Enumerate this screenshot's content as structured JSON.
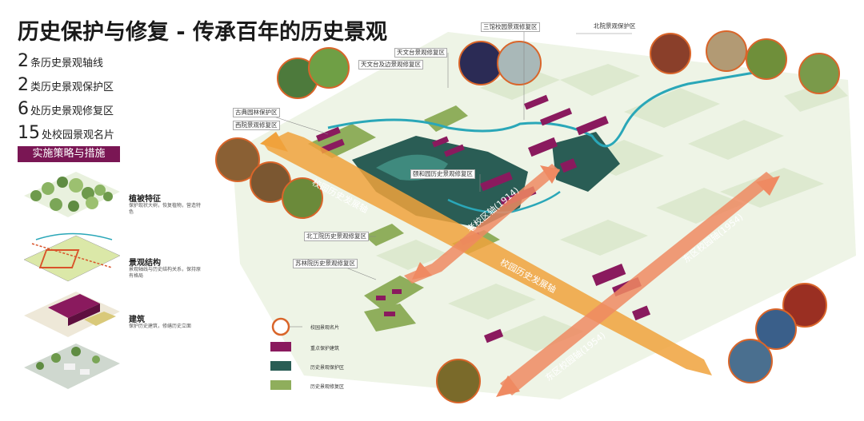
{
  "title": "历史保护与修复 - 传承百年的历史景观",
  "stats": [
    {
      "num": "2",
      "label": "条历史景观轴线"
    },
    {
      "num": "2",
      "label": "类历史景观保护区"
    },
    {
      "num": "6",
      "label": "处历史景观修复区"
    },
    {
      "num": "15",
      "label": "处校园景观名片"
    }
  ],
  "strategy_label": "实施策略与措施",
  "layers": [
    {
      "title": "植被特征",
      "desc": "保护现状大树，恢复植物，营造特色"
    },
    {
      "title": "景观结构",
      "desc": "景观轴线与历史结构关系，保持原有格局"
    },
    {
      "title": "建筑",
      "desc": "保护历史建筑，修缮历史立面"
    }
  ],
  "area_tags": [
    "三馆校园景观修复区",
    "北院景观保护区",
    "天文台景观修复区",
    "天文台及边景观修复区",
    "古典园林保护区",
    "西院景观修复区",
    "颐和园历史景观修复区",
    "北工院历史景观修复区",
    "苏林院历史景观修复区"
  ],
  "axes": [
    {
      "label": "校园历史发展轴"
    },
    {
      "label": "老校区轴(1914)"
    },
    {
      "label": "校园历史发展轴"
    },
    {
      "label": "东区校园轴(1954)"
    },
    {
      "label": "东区校园轴(1954)"
    }
  ],
  "legend": [
    {
      "label": "校园景观名片",
      "color": "#d9652a"
    },
    {
      "label": "重点保护建筑",
      "color": "#8a1a5e"
    },
    {
      "label": "历史景观保护区",
      "color": "#2a5d55"
    },
    {
      "label": "历史景观修复区",
      "color": "#8fae5c"
    }
  ],
  "colors": {
    "accent": "#7a1654",
    "orange_axis": "#f0a23c",
    "salmon_axis": "#ef8a62",
    "protect": "#2a5d55",
    "restore": "#8fae5c",
    "building": "#8a1a5e",
    "river": "#2aa7b8",
    "light_green": "#d6e6c4"
  },
  "photo_icons": [
    "campus-photo-icon"
  ]
}
